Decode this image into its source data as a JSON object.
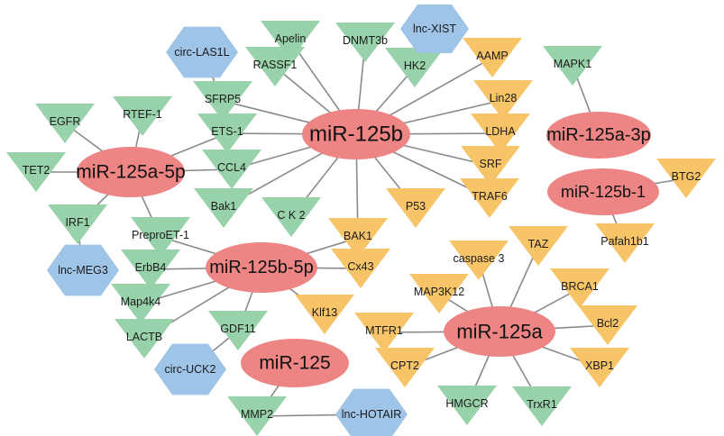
{
  "colors": {
    "mirna": "#ee8585",
    "green_target": "#98d2aa",
    "orange_target": "#f8c468",
    "noncoding": "#9ec4e8",
    "edge": "#8a8a8a"
  },
  "mirnas": [
    {
      "id": "m125b",
      "label": "miR-125b"
    },
    {
      "id": "m125a5p",
      "label": "miR-125a-5p"
    },
    {
      "id": "m125a3p",
      "label": "miR-125a-3p"
    },
    {
      "id": "m125b1",
      "label": "miR-125b-1"
    },
    {
      "id": "m125b5p",
      "label": "miR-125b-5p"
    },
    {
      "id": "m125a",
      "label": "miR-125a"
    },
    {
      "id": "m125",
      "label": "miR-125"
    }
  ],
  "targets": [
    {
      "id": "apelin",
      "label": "Apelin",
      "kind": "green"
    },
    {
      "id": "dnmt3b",
      "label": "DNMT3b",
      "kind": "green"
    },
    {
      "id": "rassf1",
      "label": "RASSF1",
      "kind": "green"
    },
    {
      "id": "hk2",
      "label": "HK2",
      "kind": "green"
    },
    {
      "id": "sfrp5",
      "label": "SFRP5",
      "kind": "green"
    },
    {
      "id": "ets1",
      "label": "ETS-1",
      "kind": "green"
    },
    {
      "id": "ccl4",
      "label": "CCL4",
      "kind": "green"
    },
    {
      "id": "bak1g",
      "label": "Bak1",
      "kind": "green"
    },
    {
      "id": "ck2",
      "label": "C K 2",
      "kind": "green"
    },
    {
      "id": "egfr",
      "label": "EGFR",
      "kind": "green"
    },
    {
      "id": "rtef1",
      "label": "RTEF-1",
      "kind": "green"
    },
    {
      "id": "tet2",
      "label": "TET2",
      "kind": "green"
    },
    {
      "id": "irf1",
      "label": "IRF1",
      "kind": "green"
    },
    {
      "id": "mapk1",
      "label": "MAPK1",
      "kind": "green"
    },
    {
      "id": "preproet1",
      "label": "PreproET-1",
      "kind": "green"
    },
    {
      "id": "erbb4",
      "label": "ErbB4",
      "kind": "green"
    },
    {
      "id": "map4k4",
      "label": "Map4k4",
      "kind": "green"
    },
    {
      "id": "lactb",
      "label": "LACTB",
      "kind": "green"
    },
    {
      "id": "gdf11",
      "label": "GDF11",
      "kind": "green"
    },
    {
      "id": "mmp2",
      "label": "MMP2",
      "kind": "green"
    },
    {
      "id": "hmgcr",
      "label": "HMGCR",
      "kind": "green"
    },
    {
      "id": "trxr1",
      "label": "TrxR1",
      "kind": "green"
    },
    {
      "id": "aamp",
      "label": "AAMP",
      "kind": "orange"
    },
    {
      "id": "lin28",
      "label": "Lin28",
      "kind": "orange"
    },
    {
      "id": "ldha",
      "label": "LDHA",
      "kind": "orange"
    },
    {
      "id": "srf",
      "label": "SRF",
      "kind": "orange"
    },
    {
      "id": "traf6",
      "label": "TRAF6",
      "kind": "orange"
    },
    {
      "id": "p53",
      "label": "P53",
      "kind": "orange"
    },
    {
      "id": "bak1o",
      "label": "BAK1",
      "kind": "orange"
    },
    {
      "id": "cx43",
      "label": "Cx43",
      "kind": "orange"
    },
    {
      "id": "klf13",
      "label": "Klf13",
      "kind": "orange"
    },
    {
      "id": "btg2",
      "label": "BTG2",
      "kind": "orange"
    },
    {
      "id": "pafah1b1",
      "label": "Pafah1b1",
      "kind": "orange"
    },
    {
      "id": "taz",
      "label": "TAZ",
      "kind": "orange"
    },
    {
      "id": "brca1",
      "label": "BRCA1",
      "kind": "orange"
    },
    {
      "id": "bcl2",
      "label": "Bcl2",
      "kind": "orange"
    },
    {
      "id": "xbp1",
      "label": "XBP1",
      "kind": "orange"
    },
    {
      "id": "mtfr1",
      "label": "MTFR1",
      "kind": "orange"
    },
    {
      "id": "cpt2",
      "label": "CPT2",
      "kind": "orange"
    },
    {
      "id": "map3k12",
      "label": "MAP3K12",
      "kind": "orange"
    },
    {
      "id": "casp3",
      "label": "caspase 3",
      "kind": "orange"
    }
  ],
  "noncoding": [
    {
      "id": "circlas1l",
      "label": "circ-LAS1L"
    },
    {
      "id": "lncxist",
      "label": "lnc-XIST"
    },
    {
      "id": "lncmeg3",
      "label": "lnc-MEG3"
    },
    {
      "id": "circuck2",
      "label": "circ-UCK2"
    },
    {
      "id": "lnchotair",
      "label": "lnc-HOTAIR"
    }
  ],
  "edges": [
    [
      "m125b",
      "rassf1"
    ],
    [
      "m125b",
      "apelin"
    ],
    [
      "m125b",
      "dnmt3b"
    ],
    [
      "m125b",
      "hk2"
    ],
    [
      "m125b",
      "aamp"
    ],
    [
      "m125b",
      "lin28"
    ],
    [
      "m125b",
      "ldha"
    ],
    [
      "m125b",
      "srf"
    ],
    [
      "m125b",
      "traf6"
    ],
    [
      "m125b",
      "p53"
    ],
    [
      "m125b",
      "bak1o"
    ],
    [
      "m125b",
      "ck2"
    ],
    [
      "m125b",
      "bak1g"
    ],
    [
      "m125b",
      "ccl4"
    ],
    [
      "m125b",
      "ets1"
    ],
    [
      "m125b",
      "sfrp5"
    ],
    [
      "sfrp5",
      "circlas1l"
    ],
    [
      "hk2",
      "lncxist"
    ],
    [
      "m125a5p",
      "egfr"
    ],
    [
      "m125a5p",
      "rtef1"
    ],
    [
      "m125a5p",
      "tet2"
    ],
    [
      "m125a5p",
      "irf1"
    ],
    [
      "m125a5p",
      "ets1"
    ],
    [
      "m125a5p",
      "ccl4"
    ],
    [
      "m125a5p",
      "preproet1"
    ],
    [
      "irf1",
      "lncmeg3"
    ],
    [
      "m125a3p",
      "mapk1"
    ],
    [
      "m125b1",
      "btg2"
    ],
    [
      "m125b1",
      "pafah1b1"
    ],
    [
      "m125b5p",
      "preproet1"
    ],
    [
      "m125b5p",
      "bak1o"
    ],
    [
      "m125b5p",
      "cx43"
    ],
    [
      "m125b5p",
      "klf13"
    ],
    [
      "m125b5p",
      "erbb4"
    ],
    [
      "m125b5p",
      "map4k4"
    ],
    [
      "m125b5p",
      "lactb"
    ],
    [
      "m125b5p",
      "gdf11"
    ],
    [
      "gdf11",
      "circuck2"
    ],
    [
      "m125a",
      "casp3"
    ],
    [
      "m125a",
      "taz"
    ],
    [
      "m125a",
      "brca1"
    ],
    [
      "m125a",
      "bcl2"
    ],
    [
      "m125a",
      "xbp1"
    ],
    [
      "m125a",
      "trxr1"
    ],
    [
      "m125a",
      "hmgcr"
    ],
    [
      "m125a",
      "cpt2"
    ],
    [
      "m125a",
      "mtfr1"
    ],
    [
      "m125a",
      "map3k12"
    ],
    [
      "m125",
      "mmp2"
    ],
    [
      "mmp2",
      "lnchotair"
    ]
  ]
}
